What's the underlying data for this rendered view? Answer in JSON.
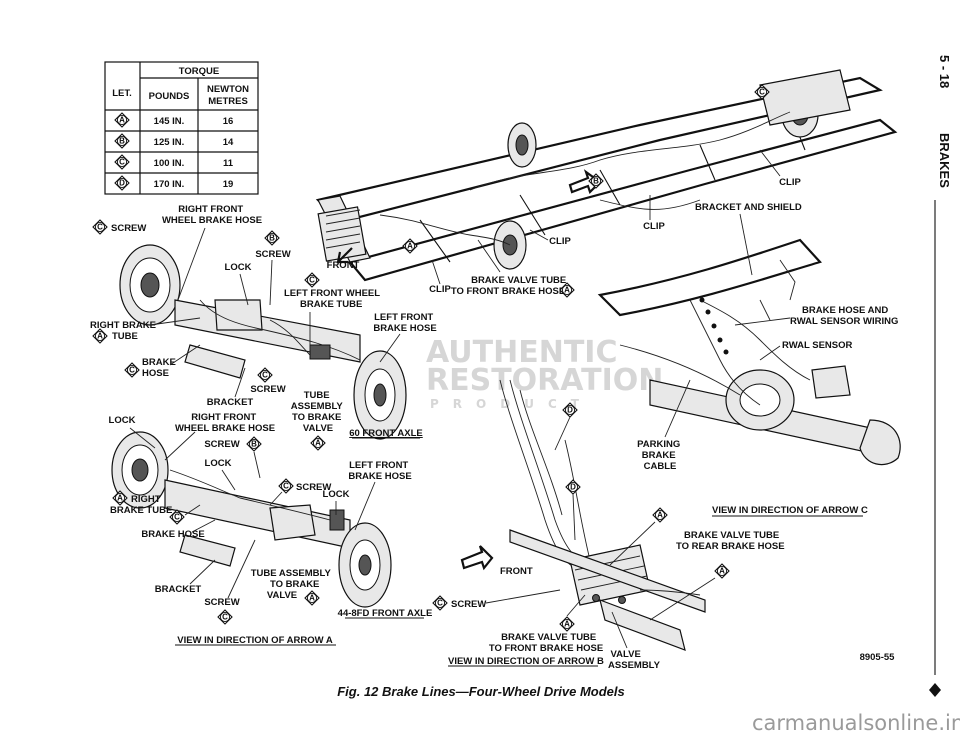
{
  "table": {
    "header_let": "LET.",
    "header_torque": "TORQUE",
    "header_pounds": "POUNDS",
    "header_newton_1": "NEWTON",
    "header_newton_2": "METRES",
    "rows": [
      {
        "letter": "A",
        "pounds": "145 IN.",
        "newton": "16"
      },
      {
        "letter": "B",
        "pounds": "125 IN.",
        "newton": "14"
      },
      {
        "letter": "C",
        "pounds": "100 IN.",
        "newton": "11"
      },
      {
        "letter": "D",
        "pounds": "170 IN.",
        "newton": "19"
      }
    ]
  },
  "labels": {
    "screw": "SCREW",
    "right_front_wheel_brake_hose": "RIGHT FRONT\nWHEEL BRAKE HOSE",
    "front": "FRONT",
    "lock": "LOCK",
    "left_front_wheel_brake_tube": "LEFT FRONT WHEEL\nBRAKE TUBE",
    "left_front_brake_hose": "LEFT FRONT\nBRAKE HOSE",
    "right_brake_tube": "RIGHT BRAKE\nTUBE",
    "brake_hose": "BRAKE\nHOSE",
    "bracket": "BRACKET",
    "tube_assembly_to_brake_valve": "TUBE\nASSEMBLY\nTO BRAKE\nVALVE",
    "front_axle_60": "60 FRONT AXLE",
    "clip": "CLIP",
    "brake_valve_tube_to_front_brake_hose": "BRAKE VALVE TUBE\nTO FRONT BRAKE HOSE",
    "bracket_and_shield": "BRACKET AND SHIELD",
    "brake_hose_and_rwal": "BRAKE HOSE AND\nRWAL SENSOR WIRING",
    "rwal_sensor": "RWAL SENSOR",
    "parking_brake_cable": "PARKING\nBRAKE\nCABLE",
    "view_arrow_c": "VIEW IN DIRECTION OF ARROW C",
    "brake_valve_tube_to_rear": "BRAKE VALVE TUBE\nTO REAR BRAKE HOSE",
    "right_front_wheel_brake_hose_2": "RIGHT FRONT\nWHEEL BRAKE HOSE",
    "right_brake_tube_2": "RIGHT\nBRAKE TUBE",
    "brake_hose_2": "BRAKE HOSE",
    "left_front_brake_hose_2": "LEFT FRONT\nBRAKE HOSE",
    "tube_assembly_to_brake_valve_2": "TUBE ASSEMBLY\nTO BRAKE\nVALVE",
    "front_axle_44": "44-8FD FRONT AXLE",
    "view_arrow_a": "VIEW IN DIRECTION OF ARROW A",
    "view_arrow_b": "VIEW IN DIRECTION OF ARROW B",
    "brake_valve_tube_to_front_hose_2": "BRAKE VALVE TUBE\nTO FRONT BRAKE HOSE",
    "valve_assembly": "VALVE\nASSEMBLY",
    "figure_code": "8905-55"
  },
  "page_header": {
    "page_number": "5 - 18",
    "section": "BRAKES"
  },
  "caption": "Fig. 12 Brake Lines—Four-Wheel Drive Models",
  "watermark": {
    "line1": "AUTHENTIC",
    "line2": "RESTORATION",
    "line3": "PRODUCT"
  },
  "site": "carmanualsonline.info"
}
